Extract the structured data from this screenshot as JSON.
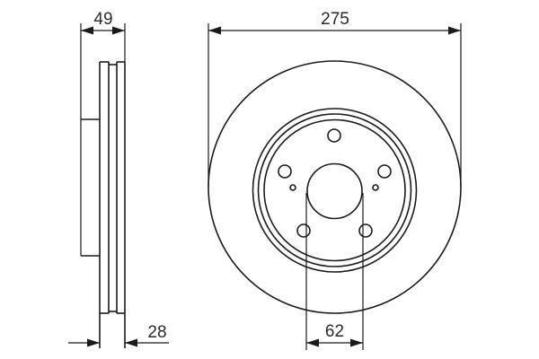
{
  "drawing": {
    "title": "Brake disc technical drawing",
    "line_color": "#1a1a1a",
    "text_color": "#2a2a2a",
    "background": "#ffffff"
  },
  "side_view": {
    "dimensions": {
      "overall_height": "49",
      "disc_thickness": "28"
    }
  },
  "front_view": {
    "dimensions": {
      "outer_diameter": "275",
      "center_bore": "62"
    },
    "features": {
      "bolt_holes": 5,
      "small_holes": 2,
      "hub_rings": 3
    }
  }
}
